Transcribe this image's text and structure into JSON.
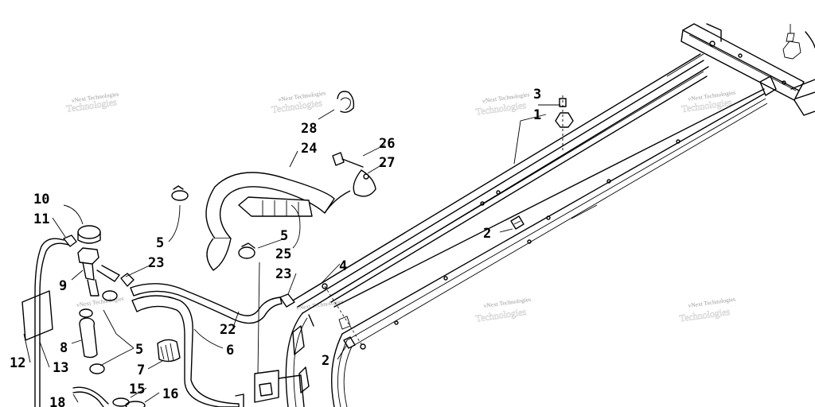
{
  "watermark": "vNext Technologies",
  "callouts": [
    "1",
    "2",
    "2",
    "3",
    "4",
    "5",
    "5",
    "5",
    "6",
    "7",
    "8",
    "9",
    "10",
    "11",
    "12",
    "13",
    "15",
    "16",
    "18",
    "22",
    "23",
    "23",
    "24",
    "25",
    "26",
    "27",
    "28"
  ]
}
